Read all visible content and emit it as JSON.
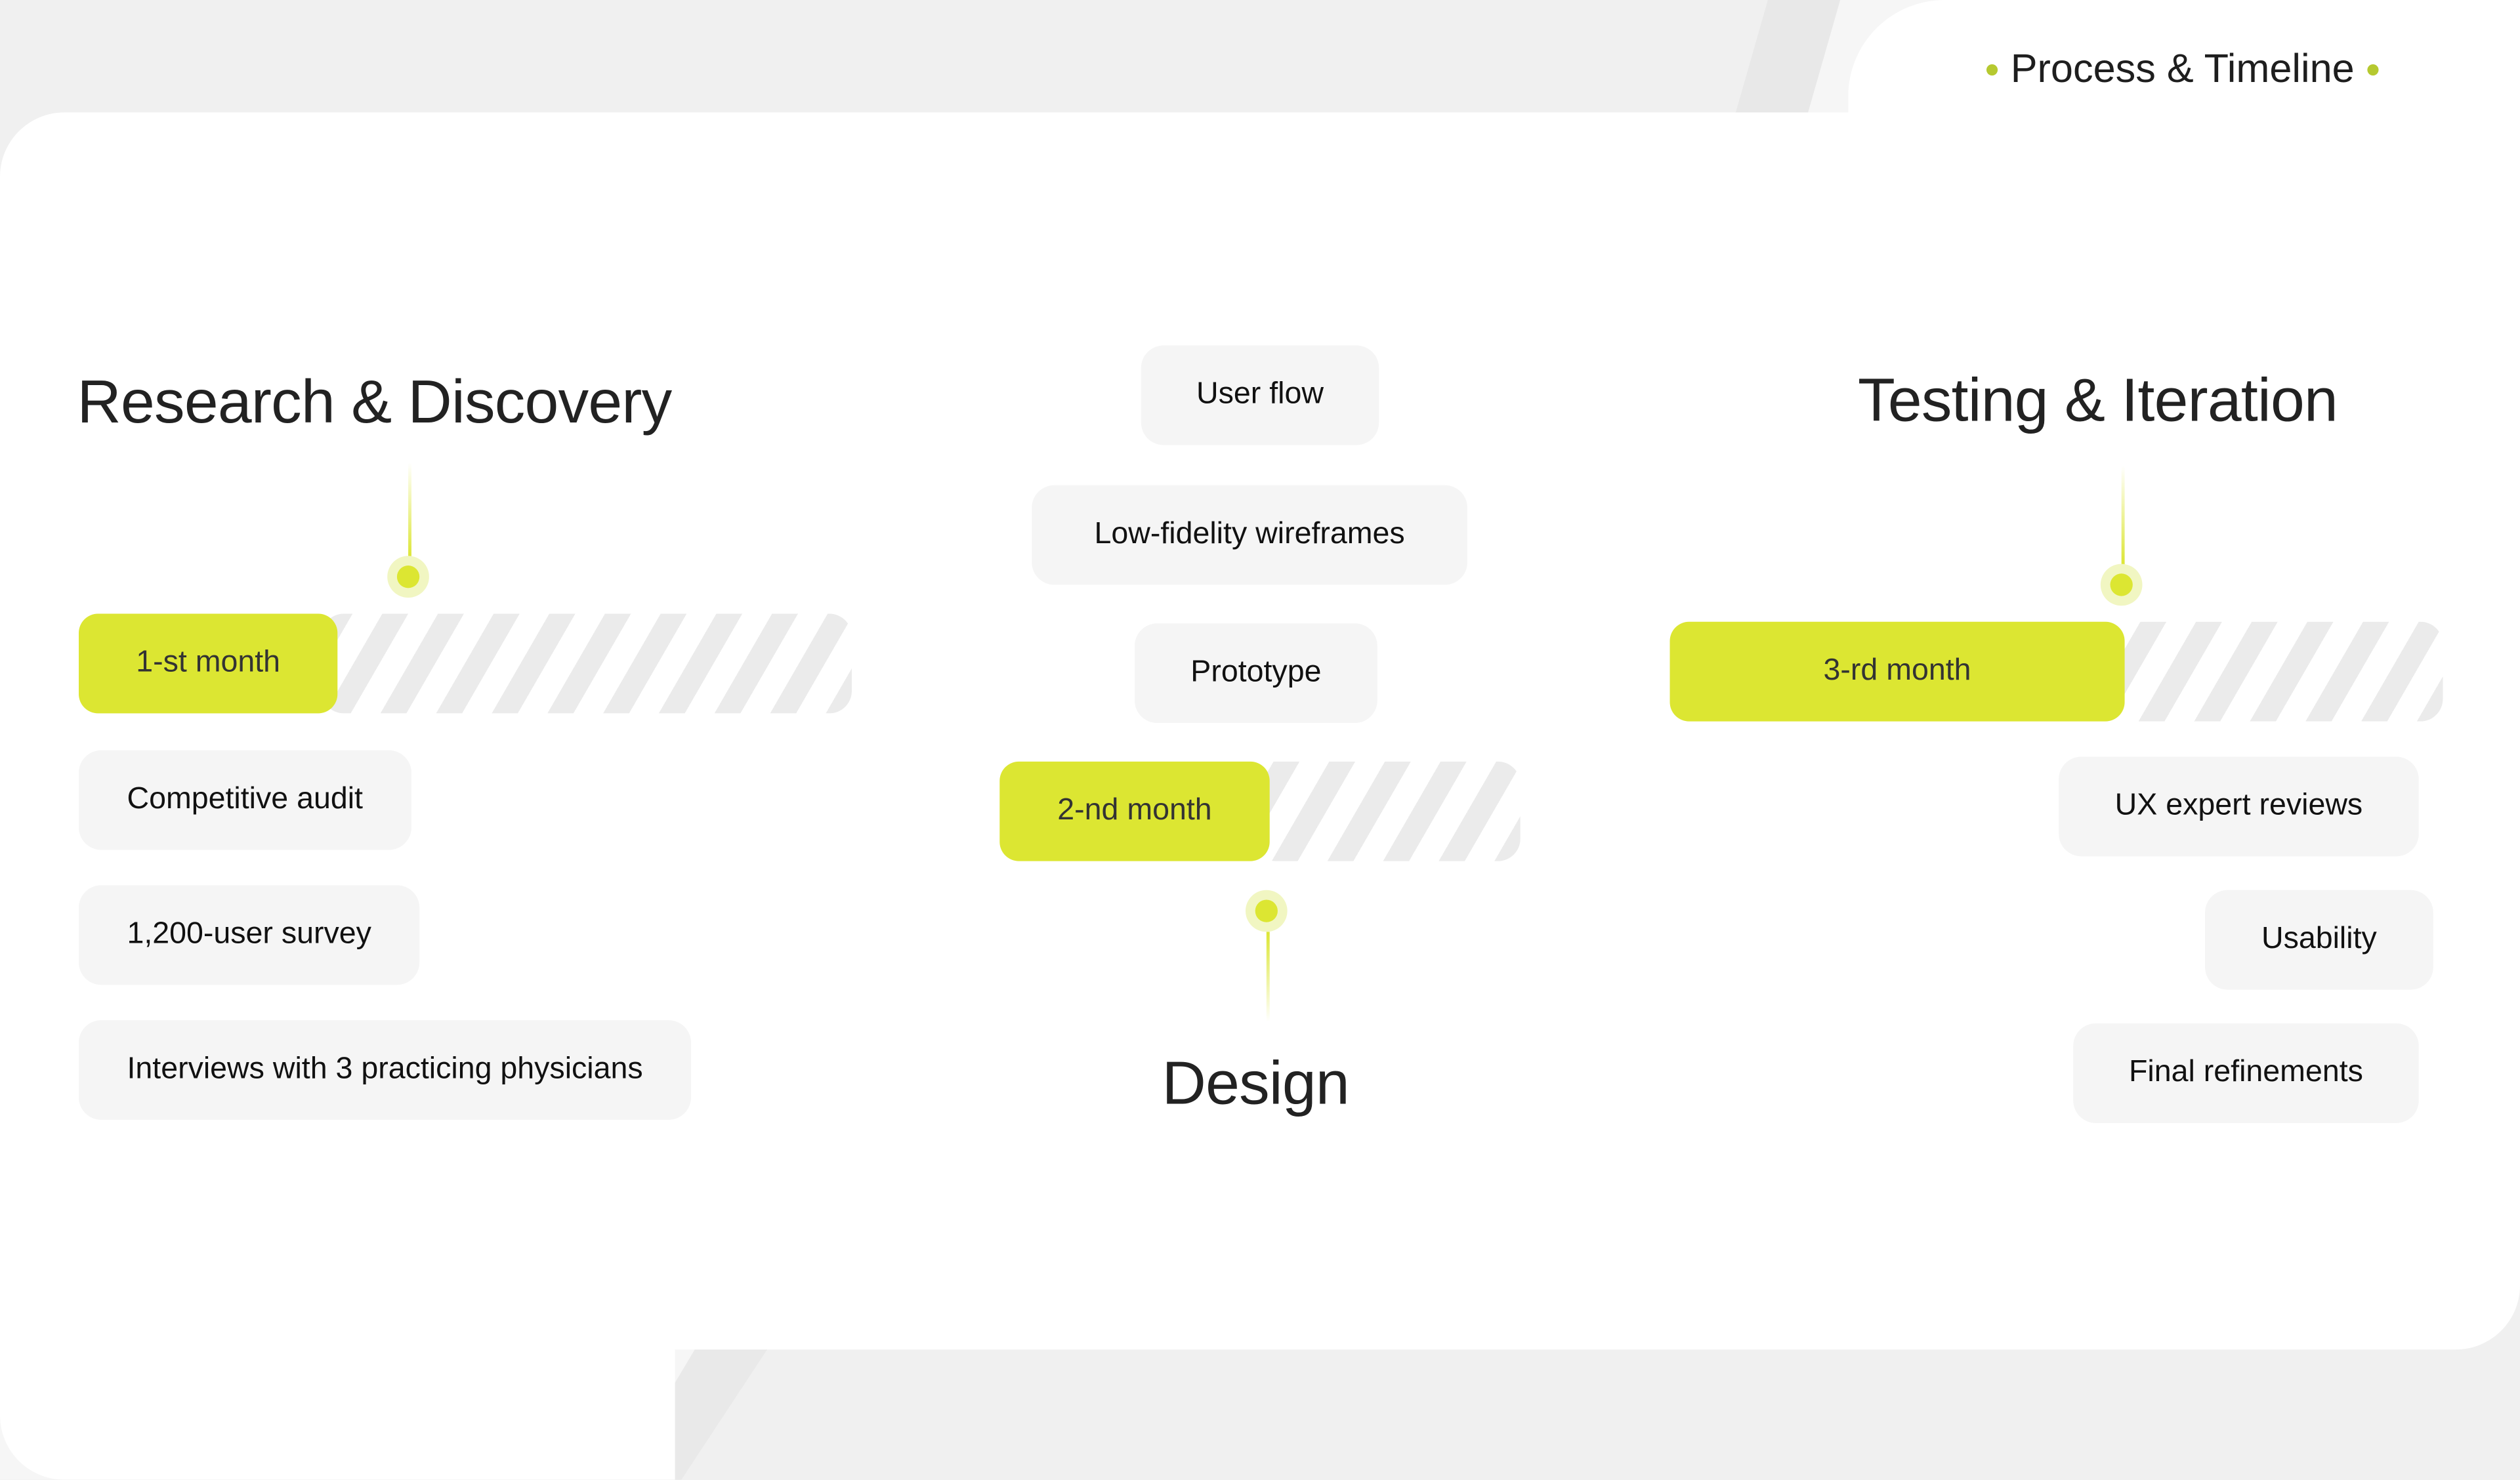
{
  "header": {
    "label": "Process & Timeline"
  },
  "colors": {
    "accent": "#dce632",
    "dot": "#b6c930",
    "pill": "#f5f5f5",
    "background": "#f0f0f0"
  },
  "phases": [
    {
      "title": "Research & Discovery",
      "month": "1-st month",
      "tasks": [
        "Competitive audit",
        "1,200-user survey",
        "Interviews with 3 practicing physicians"
      ]
    },
    {
      "title": "Design",
      "month": "2-nd month",
      "tasks": [
        "User flow",
        "Low-fidelity wireframes",
        "Prototype"
      ]
    },
    {
      "title": "Testing & Iteration",
      "month": "3-rd month",
      "tasks": [
        "UX expert reviews",
        "Usability",
        "Final refinements"
      ]
    }
  ]
}
